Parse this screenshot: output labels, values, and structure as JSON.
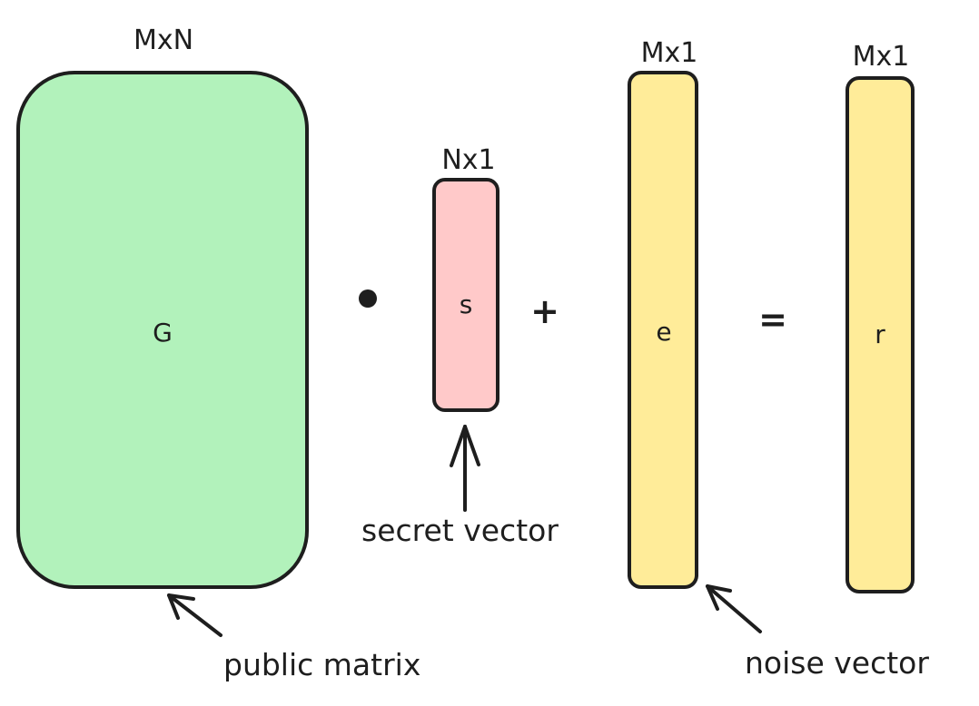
{
  "colors": {
    "stroke": "#1e1e1e",
    "matrix_fill": "#b2f2bb",
    "secret_fill": "#ffc9c9",
    "vector_fill": "#ffec99",
    "background": "#ffffff"
  },
  "matrix_g": {
    "dim": "MxN",
    "label": "G"
  },
  "operators": {
    "plus": "+",
    "equals": "="
  },
  "vector_s": {
    "dim": "Nx1",
    "label": "s"
  },
  "vector_e": {
    "dim": "Mx1",
    "label": "e"
  },
  "vector_r": {
    "dim": "Mx1",
    "label": "r"
  },
  "annotations": {
    "public_matrix": "public matrix",
    "secret_vector": "secret vector",
    "noise_vector": "noise vector"
  }
}
